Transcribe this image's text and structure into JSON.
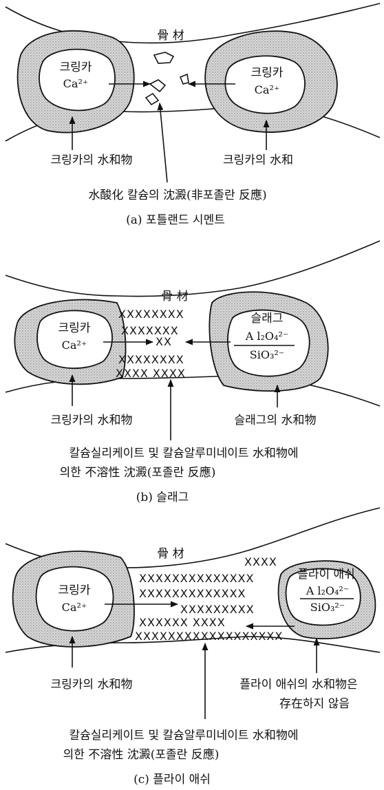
{
  "panel_a": {
    "aggregate": "骨  材",
    "left_core": {
      "line1": "크링카",
      "line2": "Ca²⁺"
    },
    "right_core": {
      "line1": "크링카",
      "line2": "Ca²⁺"
    },
    "label_left": "크링카의 水和物",
    "label_right": "크링카의 水和",
    "label_center": "水酸化 칼슘의 沈澱(非포졸란 反應)",
    "caption": "(a) 포틀랜드 시멘트"
  },
  "panel_b": {
    "aggregate": "骨  材",
    "left_core": {
      "line1": "크링카",
      "line2": "Ca²⁺"
    },
    "right_core": {
      "line1": "슬래그",
      "line2": "A l₂O₄²⁻",
      "line3": "SiO₃²⁻"
    },
    "x_rows": [
      "XXXXXXXX",
      "XXXXXXX",
      "XX",
      "XXXXXXXX",
      "XXXX XXXX"
    ],
    "label_left": "크링카의 水和物",
    "label_right": "슬래그의 水和物",
    "label_center_1": "칼슘실리케이트 및 칼슘알루미네이트 水和物에",
    "label_center_2": "의한 不溶性 沈澱(포졸란 反應)",
    "caption": "(b) 슬래그"
  },
  "panel_c": {
    "aggregate": "骨  材",
    "left_core": {
      "line1": "크링카",
      "line2": "Ca²⁺"
    },
    "right_core": {
      "line1": "플라이 애쉬",
      "line2": "A l₂O₄²⁻",
      "line3": "SiO₃²⁻"
    },
    "x_rows": [
      "XXXX",
      "XXXXXXXXXXXXXX",
      "XXXXXXXXXXXXX",
      "XXXXXXXXX",
      "XXXXXX   XXXX",
      "XXXXXXXXXXXXXXXXXX"
    ],
    "label_left": "크링카의 水和物",
    "label_right_1": "플라이 애쉬의 水和物은",
    "label_right_2": "存在하지 않음",
    "label_center_1": "칼슘실리케이트 및 칼슘알루미네이트 水和物에",
    "label_center_2": "의한 不溶性 沈澱(포졸란 反應)",
    "caption": "(c) 플라이 애쉬"
  }
}
